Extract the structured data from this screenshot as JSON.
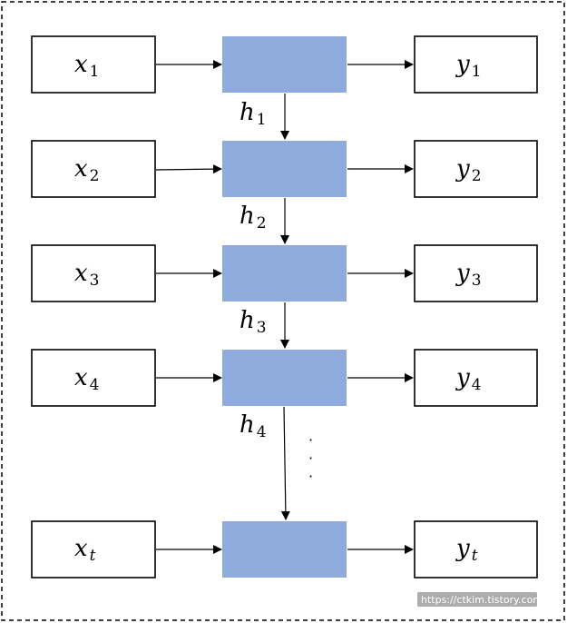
{
  "diagram": {
    "rows": [
      {
        "input_base": "x",
        "input_sub": "1",
        "output_base": "y",
        "output_sub": "1",
        "sub_italic": false
      },
      {
        "input_base": "x",
        "input_sub": "2",
        "output_base": "y",
        "output_sub": "2",
        "sub_italic": false
      },
      {
        "input_base": "x",
        "input_sub": "3",
        "output_base": "y",
        "output_sub": "3",
        "sub_italic": false
      },
      {
        "input_base": "x",
        "input_sub": "4",
        "output_base": "y",
        "output_sub": "4",
        "sub_italic": false
      },
      {
        "input_base": "x",
        "input_sub": "t",
        "output_base": "y",
        "output_sub": "t",
        "sub_italic": true
      }
    ],
    "hidden_states": [
      {
        "base": "h",
        "sub": "1"
      },
      {
        "base": "h",
        "sub": "2"
      },
      {
        "base": "h",
        "sub": "3"
      },
      {
        "base": "h",
        "sub": "4"
      }
    ],
    "ellipsis": [
      "·",
      "·",
      "·"
    ],
    "colors": {
      "hidden_cell": "#8faadc",
      "outline": "#000000"
    }
  },
  "watermark": "https://ctkim.tistory.com"
}
